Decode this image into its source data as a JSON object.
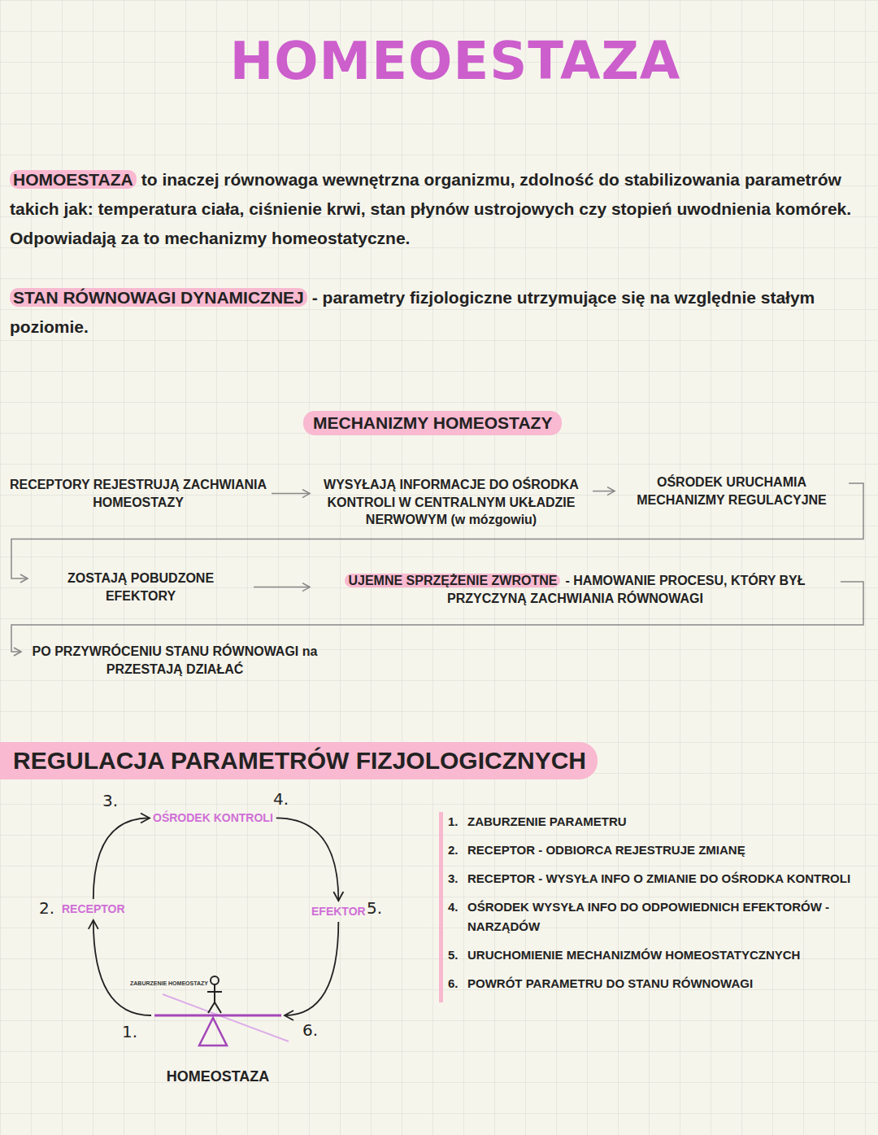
{
  "diagram": {
    "title": "HOMEOESTAZA",
    "nodes": [
      {
        "text": [
          "RECEPTORY REJESTRUJĄ ZACHWIANIA HOMEOSTAZY"
        ]
      },
      {
        "text": [
          "WYSYŁAJĄ INFORMACJE DO OŚRODKA KONTROLI W CENTRALNYM UKŁADZIE NERWOWYM (w mózgowiu)"
        ]
      },
      {
        "text": [
          "OŚRODEK URUCHAMIA MECHANIZMY REGULACYJNE"
        ]
      },
      {
        "text": [
          "ZOSTAJĄ POBUDZONE EFEKTORY"
        ]
      },
      {
        "text": [
          "UJEMNE SPRZĘŻENIE ZWROTNE",
          "- HAMOWANIE PROCESU, KTÓRY BYŁ PRZYCZYNĄ ZACHWIANIA RÓWNOWAGI"
        ]
      },
      {
        "text": [
          "PO PRZYWRÓCENIU STANU RÓWNOWAGI na PRZESTAJĄ DZIAŁAĆ"
        ]
      },
      {
        "text": [
          "OŚRODEK KONTROLI"
        ]
      },
      {
        "text": [
          "RECEPTOR"
        ]
      },
      {
        "text": [
          "EFEKTOR"
        ]
      },
      {
        "text": [
          "HOMEOSTAZA"
        ]
      }
    ],
    "edges": [
      {
        "from": 0,
        "to": 1,
        "arrow": "to"
      },
      {
        "from": 1,
        "to": 2,
        "arrow": "to"
      },
      {
        "from": 2,
        "to": 3,
        "arrow": "to"
      },
      {
        "from": 3,
        "to": 4,
        "arrow": "to"
      },
      {
        "from": 4,
        "to": 5,
        "arrow": "to"
      },
      {
        "from": 7,
        "to": 6,
        "label": "3.",
        "arrow": "to"
      },
      {
        "from": 6,
        "to": 8,
        "label": "4.",
        "arrow": "to"
      },
      {
        "from": 8,
        "to": 9,
        "label": "6.",
        "arrow": "to"
      },
      {
        "from": 9,
        "to": 7,
        "label": "1.",
        "arrow": "to"
      }
    ],
    "labels": [
      "HOMOESTAZA",
      "to inaczej równowaga wewnętrzna organizmu, zdolność do stabilizowania parametrów takich jak: temperatura ciała, ciśnienie krwi, stan płynów ustrojowych czy stopień uwodnienia komórek. Odpowiadają za to mechanizmy homeostatyczne.",
      "STAN RÓWNOWAGI DYNAMICZNEJ",
      "- parametry fizjologiczne utrzymujące się na względnie stałym poziomie.",
      "MECHANIZMY HOMEOSTAZY",
      "REGULACJA PARAMETRÓW FIZJOLOGICZNYCH",
      "ZABURZENIE HOMEOSTAZY",
      "2.",
      "5.",
      "1.",
      "ZABURZENIE PARAMETRU",
      "2.",
      "RECEPTOR - ODBIORCA REJESTRUJE ZMIANĘ",
      "3.",
      "RECEPTOR - WYSYŁA INFO O ZMIANIE DO OŚRODKA KONTROLI",
      "4.",
      "OŚRODEK WYSYŁA INFO DO ODPOWIEDNICH EFEKTORÓW - NARZĄDÓW",
      "5.",
      "URUCHOMIENIE MECHANIZMÓW HOMEOSTATYCZNYCH",
      "6.",
      "POWRÓT PARAMETRU DO STANU RÓWNOWAGI"
    ]
  }
}
